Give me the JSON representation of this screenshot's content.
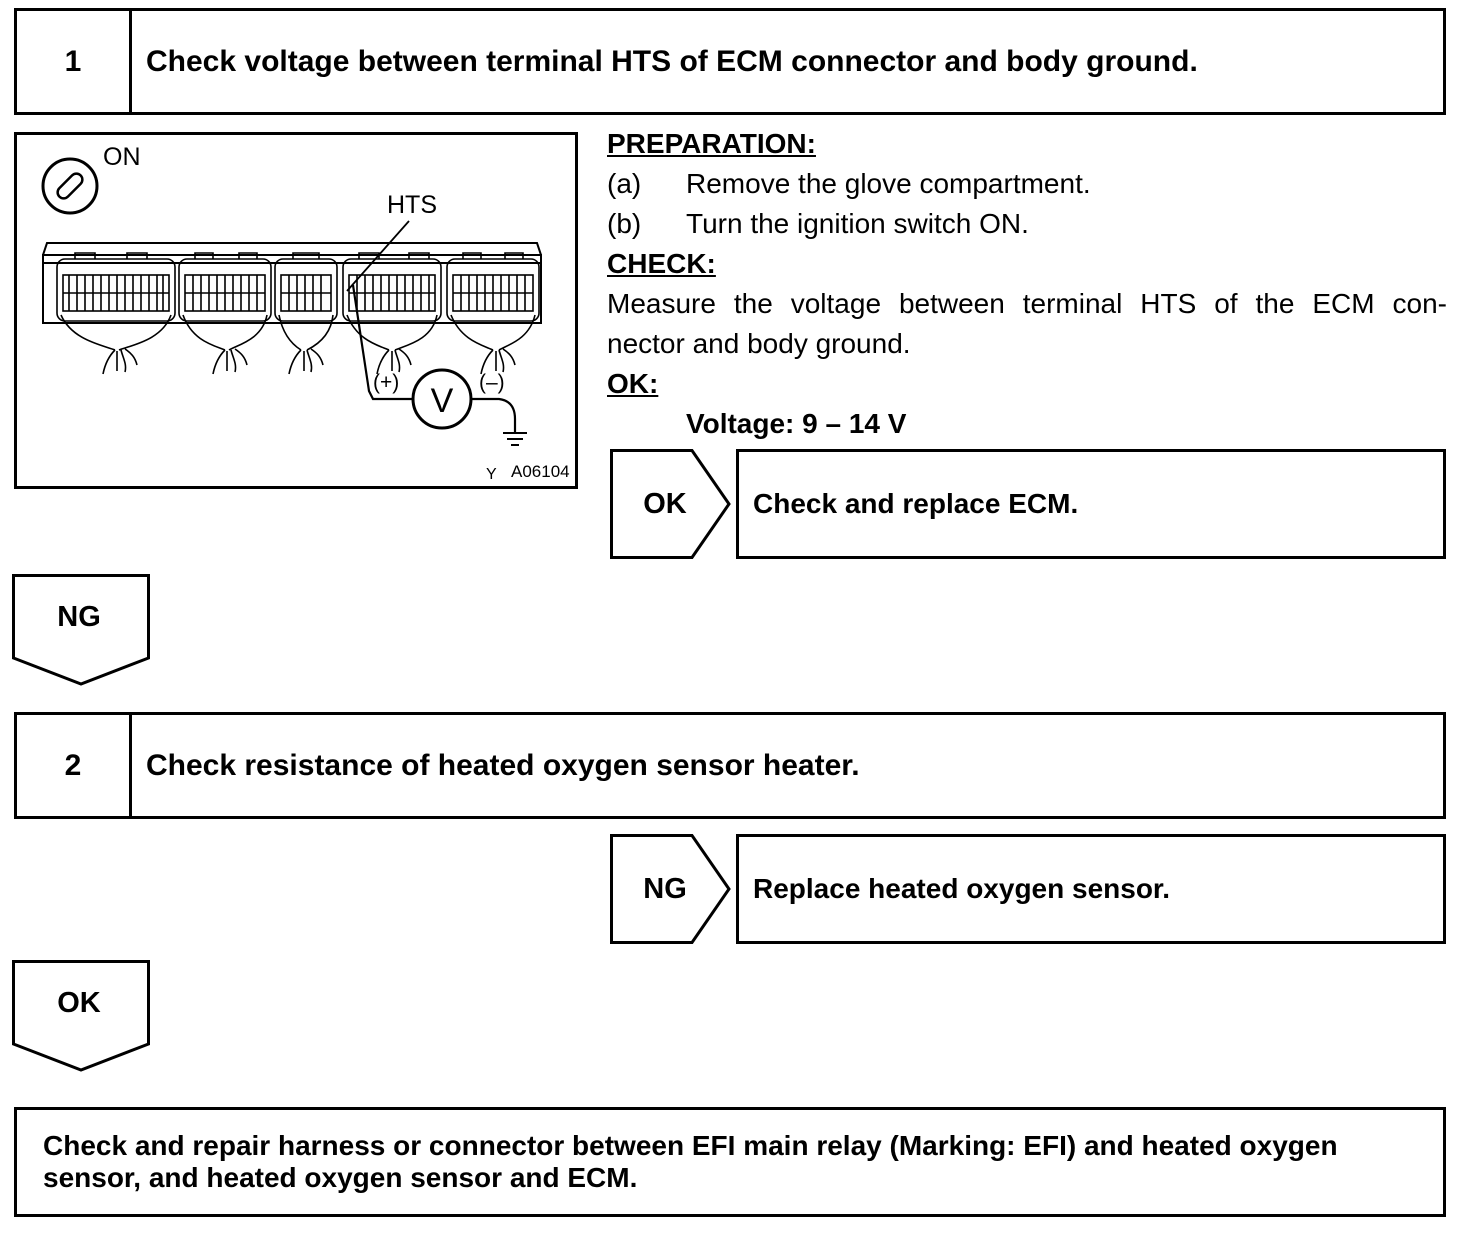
{
  "step1": {
    "number": "1",
    "title": "Check voltage between terminal HTS of ECM connector and body ground."
  },
  "figure1": {
    "switch_label": "ON",
    "terminal_label": "HTS",
    "meter_symbol": "V",
    "plus_label": "(+)",
    "minus_label": "(–)",
    "figure_id": "A06104"
  },
  "procedure": {
    "preparation_heading": "PREPARATION:",
    "preparation_steps": [
      {
        "marker": "(a)",
        "text": "Remove the glove compartment."
      },
      {
        "marker": "(b)",
        "text": "Turn the ignition switch ON."
      }
    ],
    "check_heading": "CHECK:",
    "check_lines": [
      "Measure the voltage between terminal HTS of the ECM con-",
      "nector and body ground."
    ],
    "ok_heading": "OK:",
    "ok_spec": "Voltage: 9 – 14 V"
  },
  "branch1_ok": {
    "label": "OK",
    "action": "Check and replace ECM."
  },
  "branch1_ng": {
    "label": "NG"
  },
  "step2": {
    "number": "2",
    "title": "Check resistance of heated oxygen sensor heater."
  },
  "branch2_ng": {
    "label": "NG",
    "action": "Replace heated oxygen sensor."
  },
  "branch2_ok": {
    "label": "OK"
  },
  "final_action": {
    "lines": [
      "Check and repair harness or connector between EFI main relay (Marking: EFI) and heated oxygen",
      "sensor, and heated oxygen sensor and ECM."
    ]
  }
}
